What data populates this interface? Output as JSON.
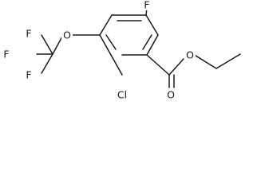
{
  "molecule": {
    "atoms": {
      "F_ring": "F",
      "F_cf3_1": "F",
      "F_cf3_2": "F",
      "F_cf3_3": "F",
      "O_ether": "O",
      "O_ester": "O",
      "O_carbonyl": "O",
      "Cl": "Cl"
    }
  }
}
